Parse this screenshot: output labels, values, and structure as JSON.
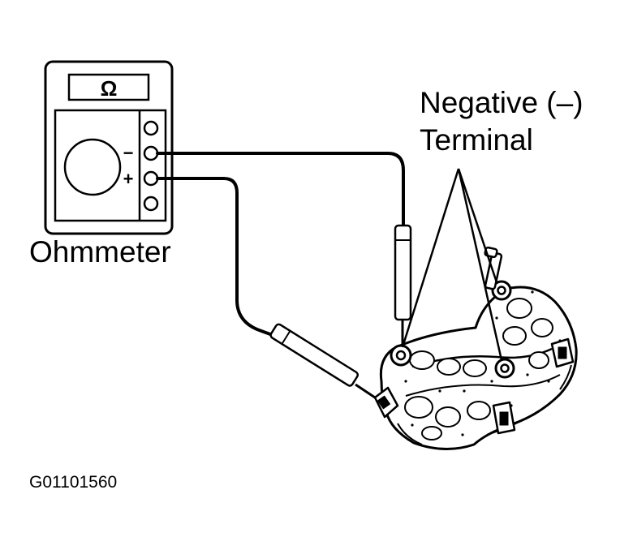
{
  "labels": {
    "ohmmeter": "Ohmmeter",
    "negative_terminal_line1": "Negative (–)",
    "negative_terminal_line2": "Terminal",
    "figure_code": "G01101560"
  },
  "meter": {
    "display_symbol": "Ω",
    "minus_sign": "−",
    "plus_sign": "+"
  },
  "icons": [
    "ohmmeter-icon",
    "rectifier-assembly-icon",
    "test-probe-icon"
  ]
}
